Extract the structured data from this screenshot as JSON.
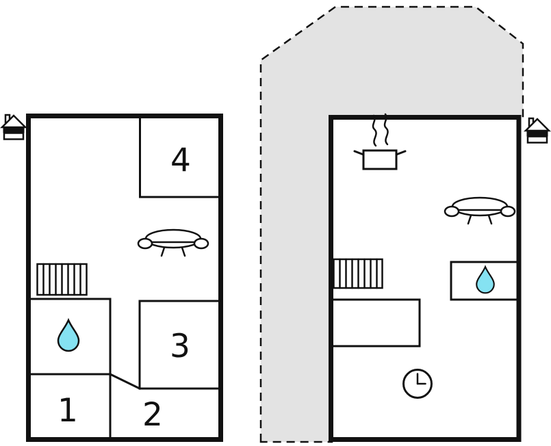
{
  "colors": {
    "wall": "#111111",
    "water_drop": "#85e2f2",
    "attic_fill": "#e3e3e3",
    "background": "#ffffff"
  },
  "floorplan": {
    "left": {
      "rooms": [
        {
          "label": "1"
        },
        {
          "label": "2"
        },
        {
          "label": "3"
        },
        {
          "label": "4"
        }
      ],
      "icons": [
        "fireplace",
        "stairs",
        "sofa",
        "water-drop"
      ]
    },
    "right": {
      "rooms": [],
      "icons": [
        "fireplace",
        "stove-pot",
        "sofa",
        "stairs",
        "water-drop",
        "clock"
      ]
    },
    "outline": {
      "style": "dashed"
    }
  }
}
